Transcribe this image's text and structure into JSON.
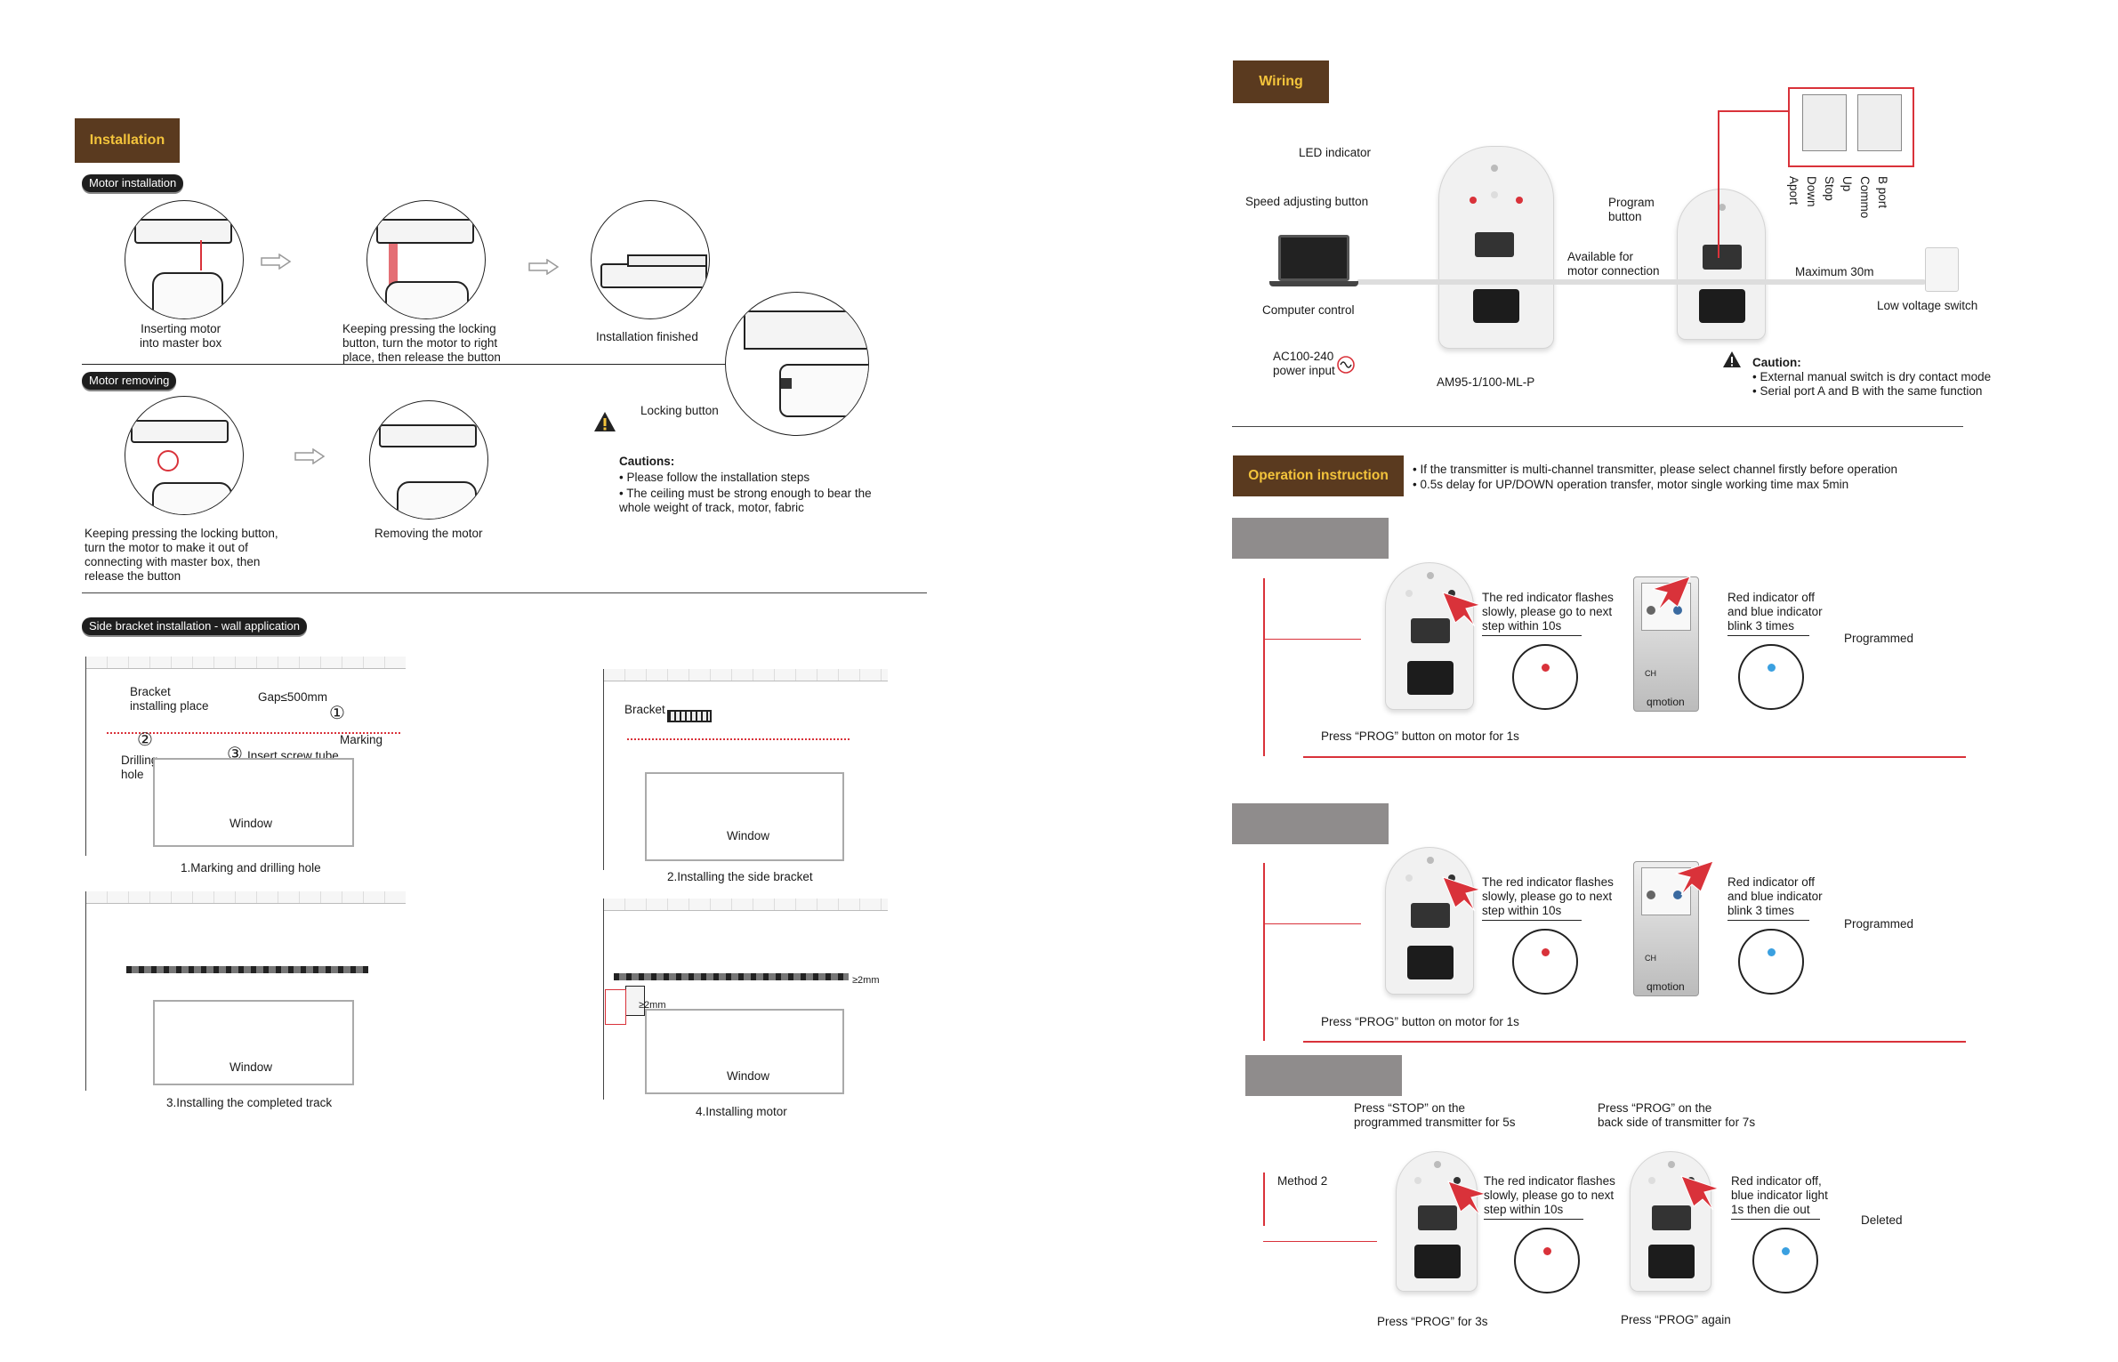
{
  "installation": {
    "heading": "Installation",
    "motor_installation": {
      "label": "Motor installation",
      "step1": "Inserting motor\ninto master box",
      "step2": "Keeping pressing the locking\nbutton, turn the motor to right\nplace, then release the button",
      "step3": "Installation finished",
      "locking_button": "Locking button"
    },
    "motor_removing": {
      "label": "Motor removing",
      "step1": "Keeping pressing the locking button,\nturn the motor to make it out of\nconnecting with master box, then\nrelease the button",
      "step2": "Removing the motor"
    },
    "cautions": {
      "title": "Cautions:",
      "line1": "• Please follow the installation steps",
      "line2": "• The ceiling must be strong enough to bear the\n  whole weight of track, motor, fabric"
    },
    "side_bracket": {
      "label": "Side bracket installation - wall application",
      "fig1": {
        "bracket_place": "Bracket\ninstalling place",
        "gap": "Gap≤500mm",
        "marking": "Marking",
        "drilling": "Drilling\nhole",
        "insert": "Insert screw tube",
        "n1": "①",
        "n2": "②",
        "n3": "③",
        "window": "Window",
        "caption": "1.Marking and drilling hole"
      },
      "fig2": {
        "bracket": "Bracket",
        "window": "Window",
        "caption": "2.Installing the side bracket"
      },
      "fig3": {
        "window": "Window",
        "caption": "3.Installing the completed track"
      },
      "fig4": {
        "window": "Window",
        "caption": "4.Installing motor",
        "gap1": "≥2mm",
        "gap2": "≥2mm"
      }
    }
  },
  "wiring": {
    "heading": "Wiring",
    "led_indicator": "LED indicator",
    "speed_button": "Speed adjusting button",
    "program_button": "Program\nbutton",
    "available": "Available for\nmotor connection",
    "computer": "Computer control",
    "power": "AC100-240\npower input",
    "model": "AM95-1/100-ML-P",
    "max": "Maximum 30m",
    "switch": "Low voltage switch",
    "pins": [
      "Aport",
      "Down",
      "Stop",
      "Up",
      "Commo",
      "B port"
    ],
    "caution_title": "Caution:",
    "caution1": "• External manual switch is dry contact mode",
    "caution2": "• Serial port A and B with the same function"
  },
  "operation": {
    "heading": "Operation instruction",
    "note1": "• If the transmitter is multi-channel transmitter, please select channel firstly before operation",
    "note2": "• 0.5s delay for UP/DOWN operation transfer, motor single working time max 5min",
    "p1": {
      "red_flash": "The red indicator flashes\nslowly, please go to next\nstep within 10s",
      "red_off": "Red indicator off\nand blue indicator\nblink 3 times",
      "programmed": "Programmed",
      "press": "Press “PROG” button on motor for 1s",
      "brand": "qmotion",
      "ch": "CH"
    },
    "p2": {
      "red_flash": "The red indicator flashes\nslowly, please go to next\nstep within 10s",
      "red_off": "Red indicator off\nand blue indicator\nblink 3 times",
      "programmed": "Programmed",
      "press": "Press “PROG” button on motor for 1s",
      "brand": "qmotion",
      "ch": "CH"
    },
    "p3": {
      "press_stop": "Press “STOP” on the\nprogrammed transmitter for 5s",
      "press_prog_back": "Press “PROG” on the\nback side of transmitter for 7s",
      "method": "Method 2",
      "red_flash": "The red indicator flashes\nslowly, please go to next\nstep within 10s",
      "red_off": "Red indicator off,\nblue indicator light\n1s then die out",
      "deleted": "Deleted",
      "press3s": "Press “PROG” for 3s",
      "again": "Press “PROG” again"
    }
  },
  "colors": {
    "accent": "#f3c33b",
    "brown": "#5a3a1f",
    "red": "#d9323a",
    "blue": "#3aa0e0"
  }
}
